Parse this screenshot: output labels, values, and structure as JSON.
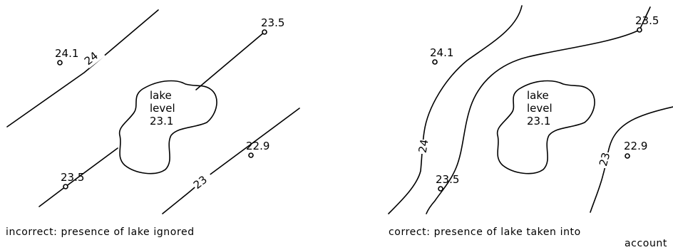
{
  "left_panel": {
    "wells": [
      {
        "value": "24.1"
      },
      {
        "value": "23.5"
      },
      {
        "value": "23.5"
      },
      {
        "value": "22.9"
      }
    ],
    "contours": [
      {
        "value": "24"
      },
      {
        "value": "23"
      }
    ],
    "lake": {
      "line1": "lake",
      "line2": "level",
      "line3": "23.1"
    },
    "caption": "incorrect: presence of lake ignored"
  },
  "right_panel": {
    "wells": [
      {
        "value": "24.1"
      },
      {
        "value": "23.5"
      },
      {
        "value": "23.5"
      },
      {
        "value": "22.9"
      }
    ],
    "contours": [
      {
        "value": "24"
      },
      {
        "value": "23"
      }
    ],
    "lake": {
      "line1": "lake",
      "line2": "level",
      "line3": "23.1"
    },
    "caption_line1": "correct: presence of lake taken into",
    "caption_line2": "account"
  }
}
